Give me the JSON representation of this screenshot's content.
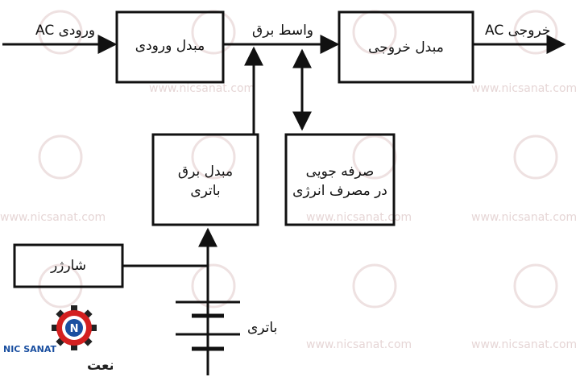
{
  "blocks": {
    "input_converter": "مبدل ورودی",
    "output_converter": "مبدل خروجی",
    "battery_converter_line1": "مبدل برق",
    "battery_converter_line2": "باتری",
    "energy_saving_line1": "صرفه جویی",
    "energy_saving_line2": "در مصرف انرژی",
    "charger": "شارژر"
  },
  "labels": {
    "ac_input": "ورودی AC",
    "ac_output": "خروجی AC",
    "intermediate_bus": "واسط برق",
    "battery": "باتری"
  },
  "watermark": {
    "logo_top": "NIC SANAT",
    "logo_bottom": "نیک صنعت",
    "url": "www.nicsanat.com"
  },
  "colors": {
    "line": "#111111",
    "watermark": "#e8d6d6",
    "logo_red": "#d32020",
    "logo_blue": "#1a4fa0",
    "logo_dark": "#222222"
  }
}
